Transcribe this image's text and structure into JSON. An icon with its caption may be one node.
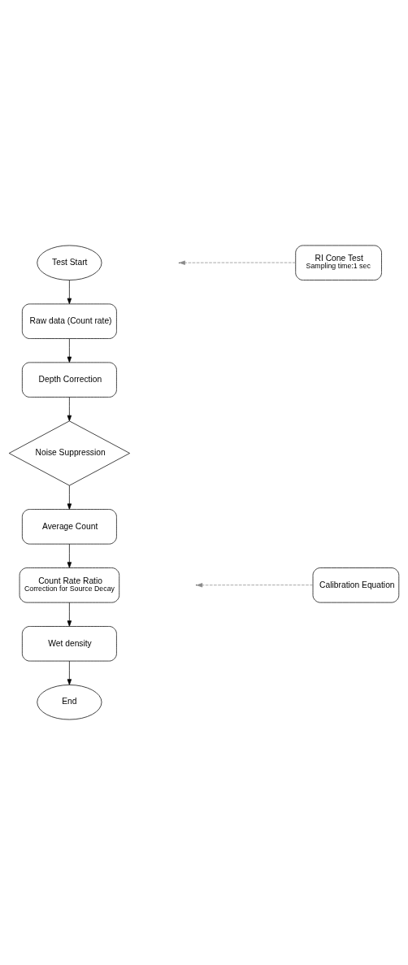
{
  "diagram": {
    "nodes": [
      {
        "text": [
          "Test Start"
        ]
      },
      {
        "text": [
          "RI Cone Test",
          "Sampling time:1 sec"
        ]
      },
      {
        "text": [
          "Raw data (Count rate)"
        ]
      },
      {
        "text": [
          "Depth Correction"
        ]
      },
      {
        "text": [
          "Noise Suppression"
        ]
      },
      {
        "text": [
          "Average Count"
        ]
      },
      {
        "text": [
          "Count Rate Ratio",
          "Correction for Source Decay"
        ]
      },
      {
        "text": [
          "Calibration Equation"
        ]
      },
      {
        "text": [
          "Wet density"
        ]
      },
      {
        "text": [
          "End"
        ]
      }
    ],
    "edges": [
      {
        "from": 0,
        "to": 2,
        "arrow": "to"
      },
      {
        "from": 1,
        "to": null,
        "arrow": "to",
        "style": "dashed",
        "color": "#888888"
      },
      {
        "from": 2,
        "to": 3,
        "arrow": "to"
      },
      {
        "from": 3,
        "to": 4,
        "arrow": "to"
      },
      {
        "from": 4,
        "to": 5,
        "arrow": "to"
      },
      {
        "from": 5,
        "to": 6,
        "arrow": "to"
      },
      {
        "from": 6,
        "to": 8,
        "arrow": "to"
      },
      {
        "from": 7,
        "to": null,
        "arrow": "to",
        "style": "dashed",
        "color": "#888888"
      },
      {
        "from": 8,
        "to": 9,
        "arrow": "to"
      }
    ]
  }
}
